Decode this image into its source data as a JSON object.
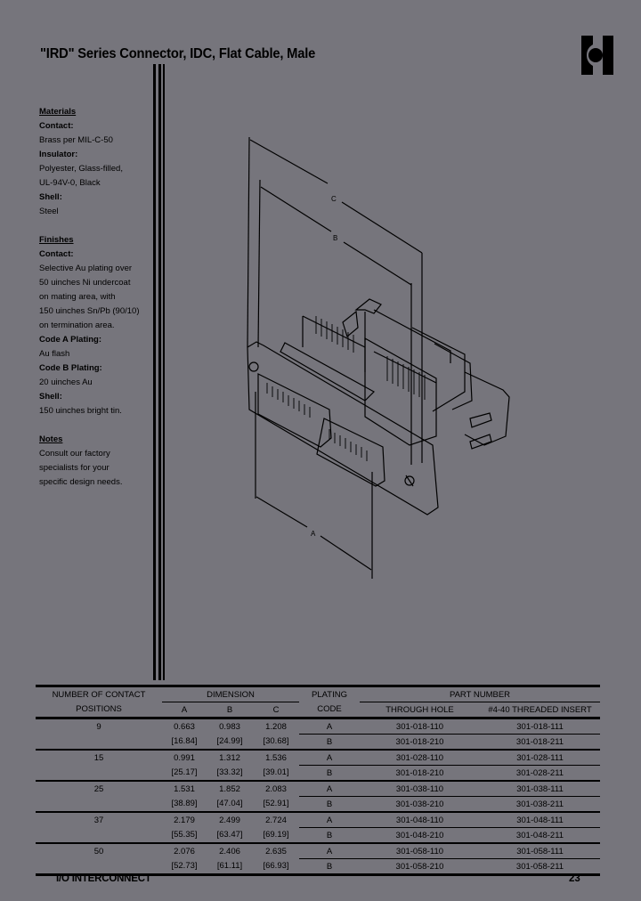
{
  "header": {
    "title": "\"IRD\" Series Connector, IDC, Flat Cable, Male",
    "logo": "company-logo-icon"
  },
  "sidebar": {
    "materials": {
      "heading": "Materials",
      "contact_label": "Contact:",
      "contact_value": "Brass per MIL-C-50",
      "insulator_label": "Insulator:",
      "insulator_value_1": "Polyester, Glass-filled,",
      "insulator_value_2": "UL-94V-0, Black",
      "shell_label": "Shell:",
      "shell_value": "Steel"
    },
    "finishes": {
      "heading": "Finishes",
      "contact_label": "Contact:",
      "contact_lines": [
        "Selective Au plating over",
        "50 uinches Ni undercoat",
        "on mating area, with",
        "150 uinches Sn/Pb (90/10)",
        "on termination area."
      ],
      "code_a_label": "Code A Plating:",
      "code_a_value": "Au flash",
      "code_b_label": "Code B Plating:",
      "code_b_value": "20 uinches Au",
      "shell_label": "Shell:",
      "shell_value": "150 uinches bright tin."
    },
    "notes": {
      "heading": "Notes",
      "lines": [
        "Consult our factory",
        "specialists for your",
        "specific design needs."
      ]
    }
  },
  "drawing": {
    "labels": {
      "a": "A",
      "b": "B",
      "c": "C"
    }
  },
  "table": {
    "headers": {
      "contact_positions_1": "NUMBER OF CONTACT",
      "contact_positions_2": "POSITIONS",
      "dimension": "DIMENSION",
      "dim_a": "A",
      "dim_b": "B",
      "dim_c": "C",
      "plating_1": "PLATING",
      "plating_2": "CODE",
      "part_number": "PART NUMBER",
      "through_hole": "THROUGH HOLE",
      "threaded_insert": "#4-40 THREADED INSERT"
    },
    "rows": [
      {
        "positions": "9",
        "in": {
          "a": "0.663",
          "b": "0.983",
          "c": "1.208"
        },
        "mm": {
          "a": "[16.84]",
          "b": "[24.99]",
          "c": "[30.68]"
        },
        "codes": [
          {
            "code": "A",
            "through_hole": "301-018-110",
            "threaded": "301-018-111"
          },
          {
            "code": "B",
            "through_hole": "301-018-210",
            "threaded": "301-018-211"
          }
        ]
      },
      {
        "positions": "15",
        "in": {
          "a": "0.991",
          "b": "1.312",
          "c": "1.536"
        },
        "mm": {
          "a": "[25.17]",
          "b": "[33.32]",
          "c": "[39.01]"
        },
        "codes": [
          {
            "code": "A",
            "through_hole": "301-028-110",
            "threaded": "301-028-111"
          },
          {
            "code": "B",
            "through_hole": "301-018-210",
            "threaded": "301-028-211"
          }
        ]
      },
      {
        "positions": "25",
        "in": {
          "a": "1.531",
          "b": "1.852",
          "c": "2.083"
        },
        "mm": {
          "a": "[38.89]",
          "b": "[47.04]",
          "c": "[52.91]"
        },
        "codes": [
          {
            "code": "A",
            "through_hole": "301-038-110",
            "threaded": "301-038-111"
          },
          {
            "code": "B",
            "through_hole": "301-038-210",
            "threaded": "301-038-211"
          }
        ]
      },
      {
        "positions": "37",
        "in": {
          "a": "2.179",
          "b": "2.499",
          "c": "2.724"
        },
        "mm": {
          "a": "[55.35]",
          "b": "[63.47]",
          "c": "[69.19]"
        },
        "codes": [
          {
            "code": "A",
            "through_hole": "301-048-110",
            "threaded": "301-048-111"
          },
          {
            "code": "B",
            "through_hole": "301-048-210",
            "threaded": "301-048-211"
          }
        ]
      },
      {
        "positions": "50",
        "in": {
          "a": "2.076",
          "b": "2.406",
          "c": "2.635"
        },
        "mm": {
          "a": "[52.73]",
          "b": "[61.11]",
          "c": "[66.93]"
        },
        "codes": [
          {
            "code": "A",
            "through_hole": "301-058-110",
            "threaded": "301-058-111"
          },
          {
            "code": "B",
            "through_hole": "301-058-210",
            "threaded": "301-058-211"
          }
        ]
      }
    ]
  },
  "footer": {
    "section": "I/O INTERCONNECT",
    "page_number": "23"
  },
  "colors": {
    "background": "#76757c",
    "ink": "#000000"
  }
}
